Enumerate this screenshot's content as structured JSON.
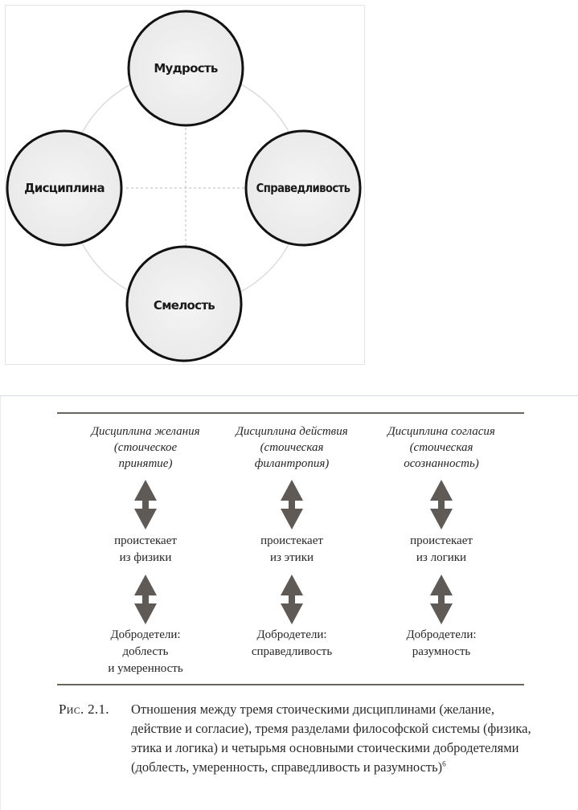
{
  "diagram": {
    "virtues": [
      {
        "id": "wisdom",
        "label": "Мудрость"
      },
      {
        "id": "justice",
        "label": "Справедливость"
      },
      {
        "id": "courage",
        "label": "Смелость"
      },
      {
        "id": "discipline",
        "label": "Дисциплина"
      }
    ]
  },
  "figure": {
    "columns": [
      {
        "title": "Дисциплина желания\n(стоическое\nпринятие)",
        "source": "проистекает\nиз физики",
        "virtue": "Добродетели:\nдоблесть\nи умеренность"
      },
      {
        "title": "Дисциплина действия\n(стоическая\nфилантропия)",
        "source": "проистекает\nиз этики",
        "virtue": "Добродетели:\nсправедливость"
      },
      {
        "title": "Дисциплина согласия\n(стоическая\nосознанность)",
        "source": "проистекает\nиз логики",
        "virtue": "Добродетели:\nразумность"
      }
    ],
    "caption": {
      "label": "Рис. 2.1.",
      "text": "Отношения между тремя стоическими дисциплинами (желание, действие и согласие), тремя разделами философской системы (физика, этика и логика) и четырьмя основными стоическими добродетелями (доблесть, умеренность, справедливость и разумность)",
      "footnote": "6"
    }
  }
}
